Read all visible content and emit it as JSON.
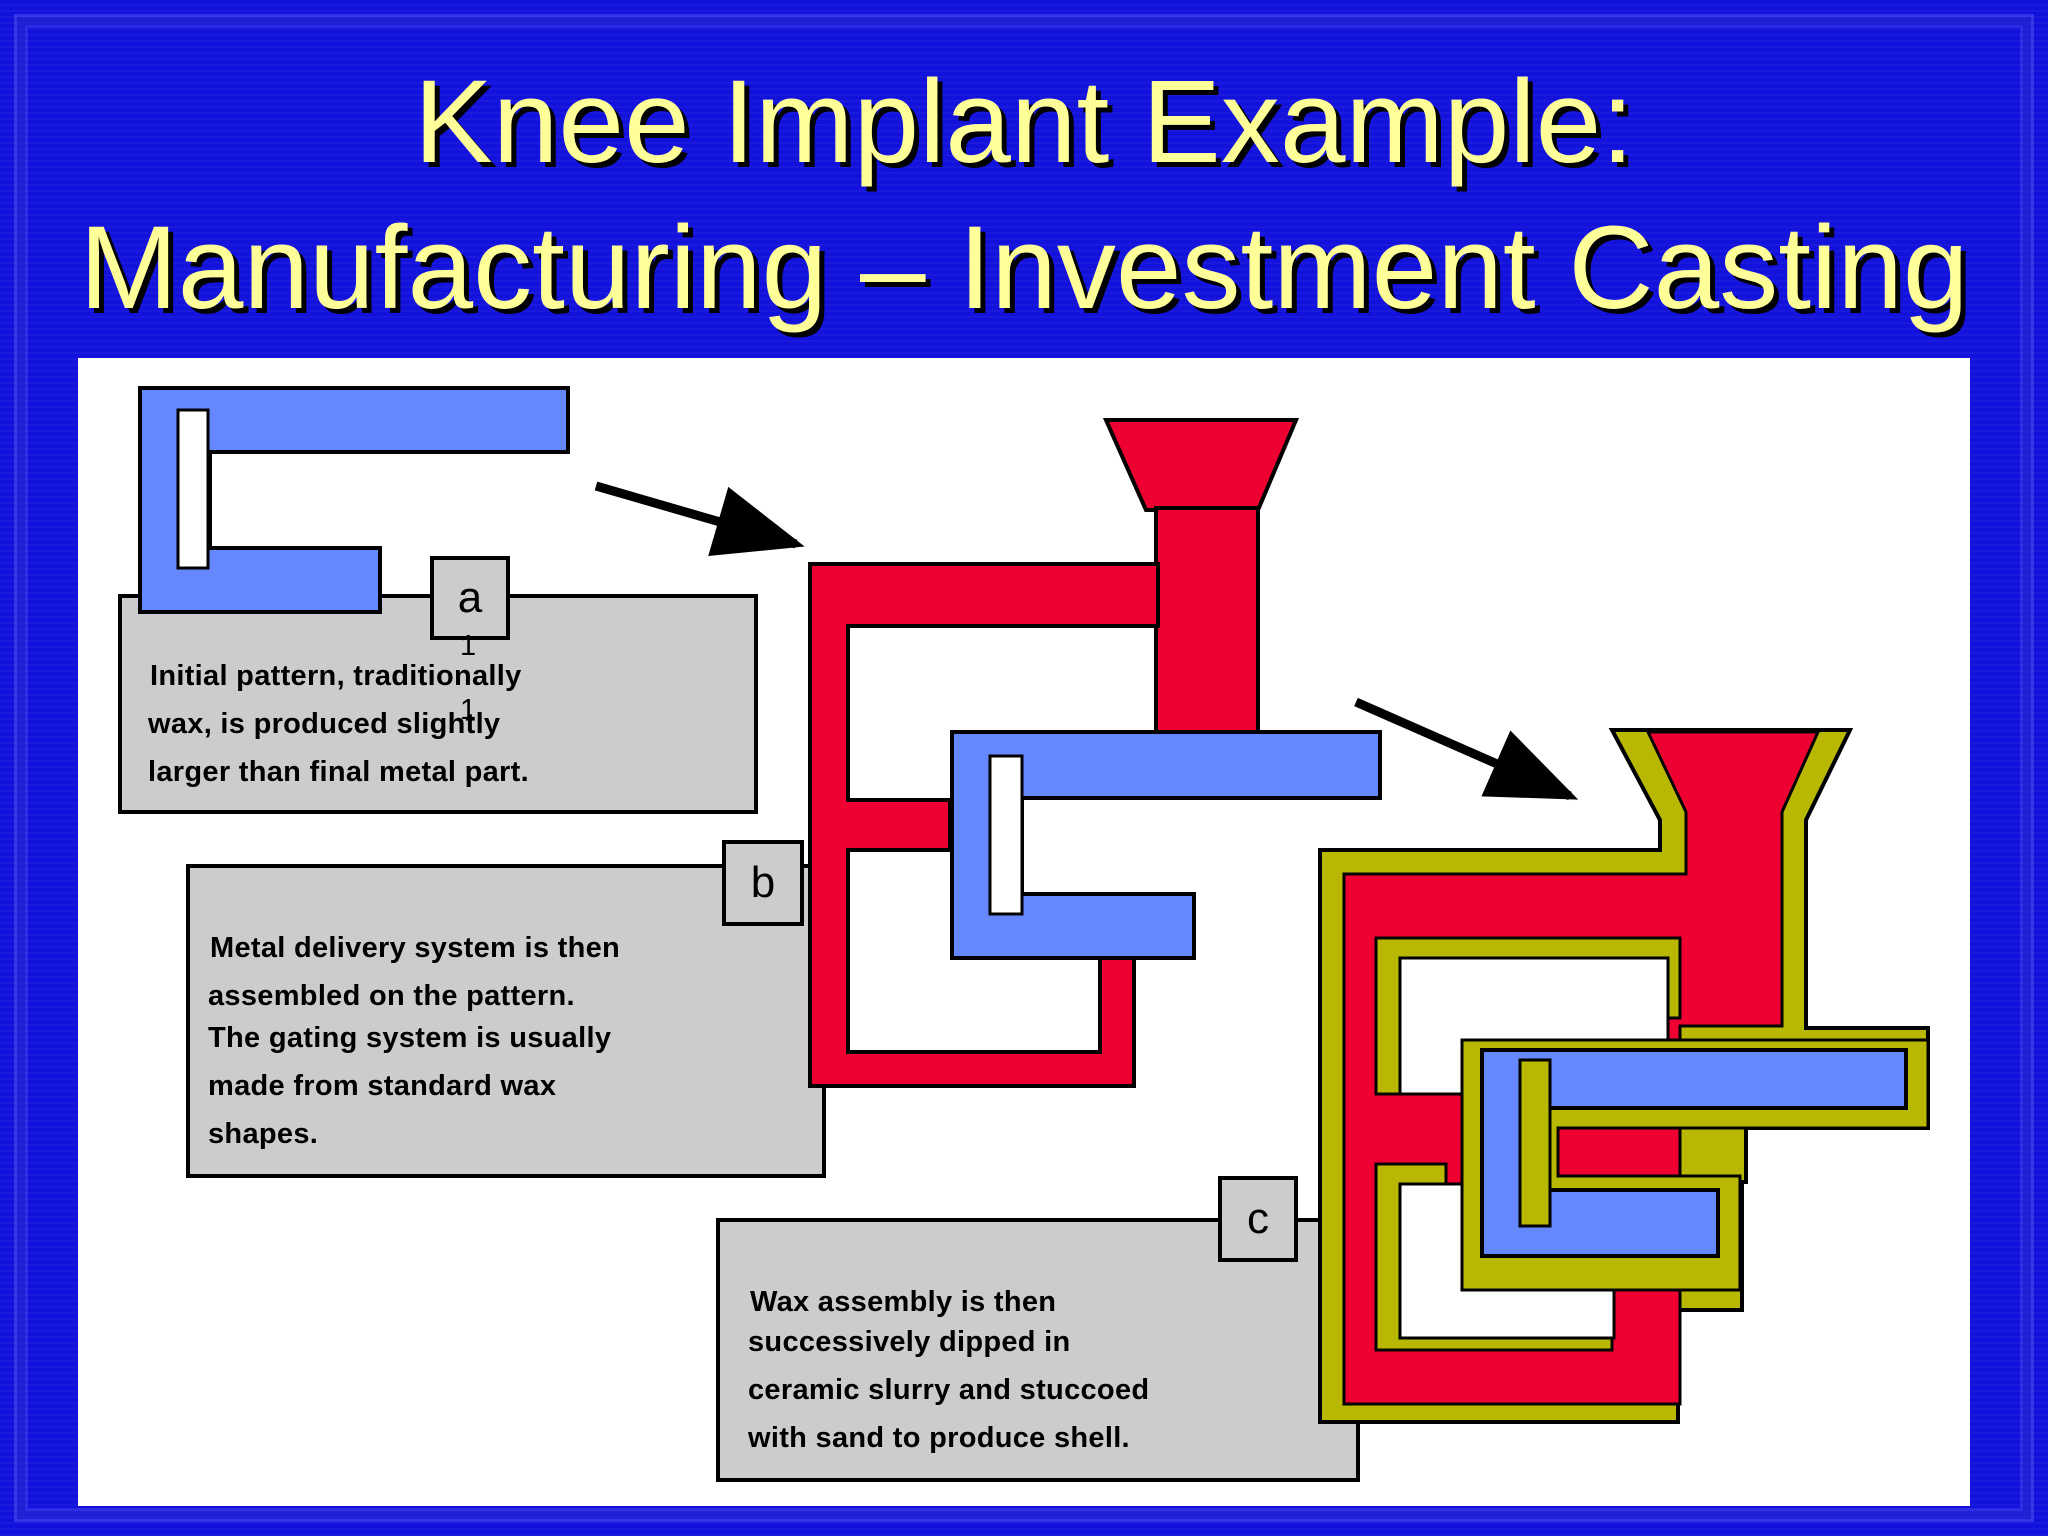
{
  "slide": {
    "title_line1": "Knee Implant Example:",
    "title_line2": "Manufacturing – Investment Casting"
  },
  "steps": {
    "a": {
      "label": "a",
      "lines": [
        "Initial pattern, traditionally",
        "wax, is produced slightly",
        "larger than final metal part."
      ]
    },
    "b": {
      "label": "b",
      "lines": [
        "Metal delivery system is then",
        "assembled on the pattern.",
        "The gating system is usually",
        "made from standard wax",
        "shapes."
      ]
    },
    "c": {
      "label": "c",
      "lines": [
        "Wax assembly is then",
        "successively dipped in",
        "ceramic slurry and stuccoed",
        "with sand to produce shell."
      ]
    },
    "stray_marks": [
      "1",
      "1"
    ]
  },
  "colors": {
    "background": "#1212dc",
    "title": "#ffff99",
    "wax_blue": "#6688ff",
    "metal_red": "#ee0033",
    "ceramic_olive": "#b8b800",
    "caption_box": "#cccccc"
  }
}
